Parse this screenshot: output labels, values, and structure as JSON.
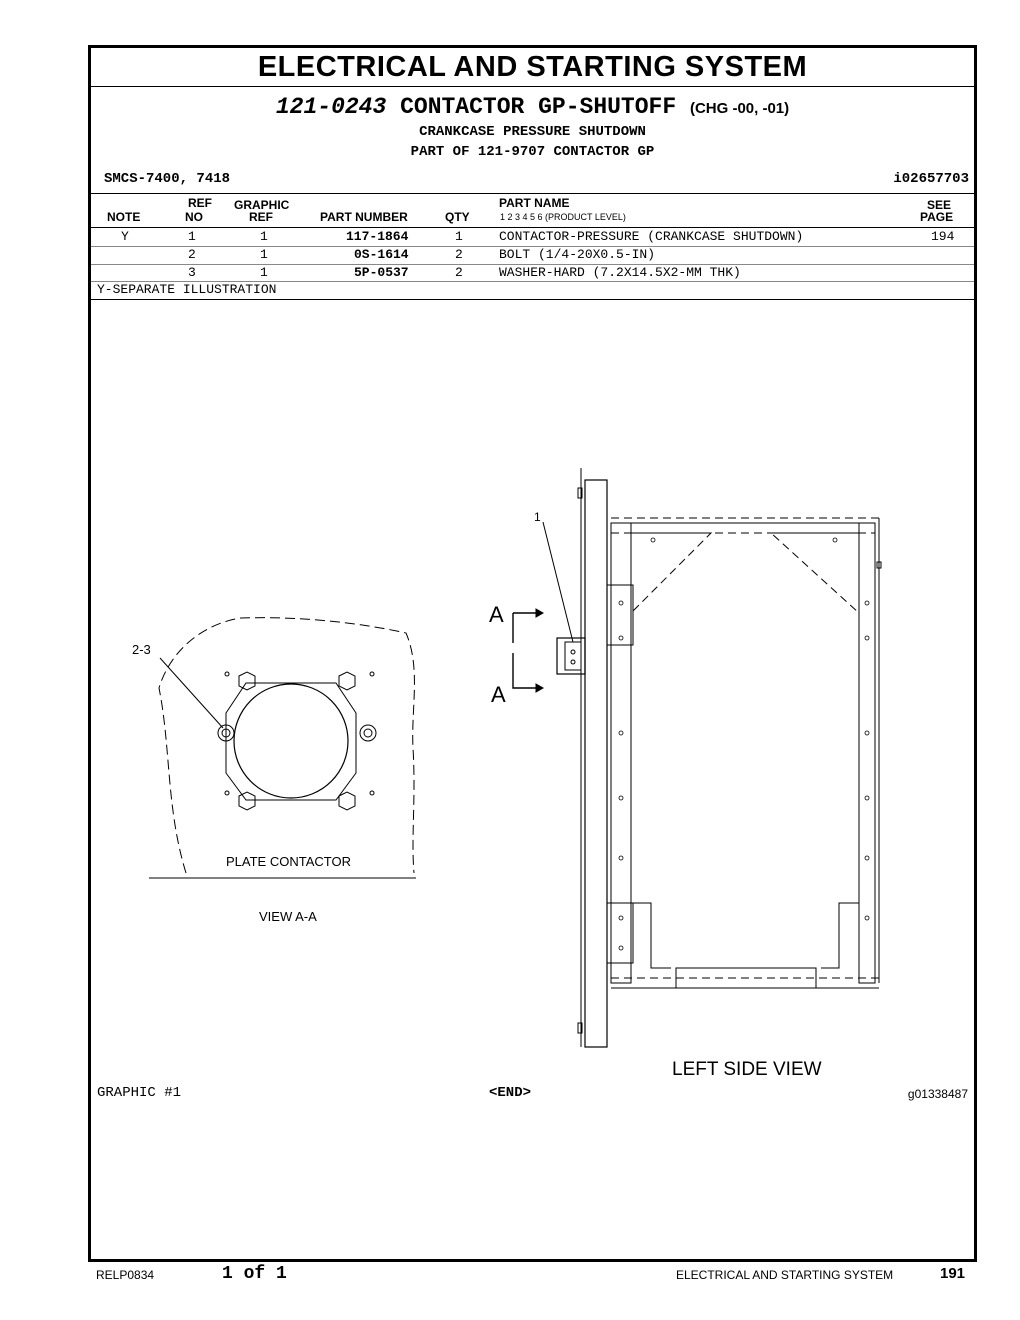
{
  "header": {
    "section_title": "ELECTRICAL AND STARTING SYSTEM",
    "group_number": "121-0243",
    "group_name": "CONTACTOR GP-SHUTOFF",
    "change_level": "(CHG -00, -01)",
    "subtitle_1": "CRANKCASE PRESSURE SHUTDOWN",
    "subtitle_2": "PART OF 121-9707 CONTACTOR GP",
    "smcs": "SMCS-7400, 7418",
    "info_id": "i02657703"
  },
  "table": {
    "headers": {
      "note": "NOTE",
      "ref_1": "REF",
      "ref_2": "NO",
      "graphic_1": "GRAPHIC",
      "graphic_2": "REF",
      "part_number": "PART NUMBER",
      "qty": "QTY",
      "part_name": "PART NAME",
      "product_level": "1   2   3   4   5   6   (PRODUCT LEVEL)",
      "see_1": "SEE",
      "see_2": "PAGE"
    },
    "rows": [
      {
        "note": "Y",
        "ref": "1",
        "graphic": "1",
        "part_number": "117-1864",
        "qty": "1",
        "name": "CONTACTOR-PRESSURE (CRANKCASE SHUTDOWN)",
        "page": "194"
      },
      {
        "note": "",
        "ref": "2",
        "graphic": "1",
        "part_number": "0S-1614",
        "qty": "2",
        "name": "BOLT (1/4-20X0.5-IN)",
        "page": ""
      },
      {
        "note": "",
        "ref": "3",
        "graphic": "1",
        "part_number": "5P-0537",
        "qty": "2",
        "name": "WASHER-HARD (7.2X14.5X2-MM THK)",
        "page": ""
      }
    ],
    "note_legend": "Y-SEPARATE ILLUSTRATION"
  },
  "illustration": {
    "callout_1": "1",
    "callout_2_3": "2-3",
    "section_marker": "A",
    "plate_label": "PLATE CONTACTOR",
    "view_label": "VIEW  A-A",
    "side_view_label": "LEFT SIDE VIEW",
    "graphic_label": "GRAPHIC #1",
    "end_label": "<END>",
    "graphic_id": "g01338487"
  },
  "footer": {
    "doc_id": "RELP0834",
    "page_of": "1 of 1",
    "section": "ELECTRICAL AND STARTING SYSTEM",
    "page_number": "191"
  }
}
